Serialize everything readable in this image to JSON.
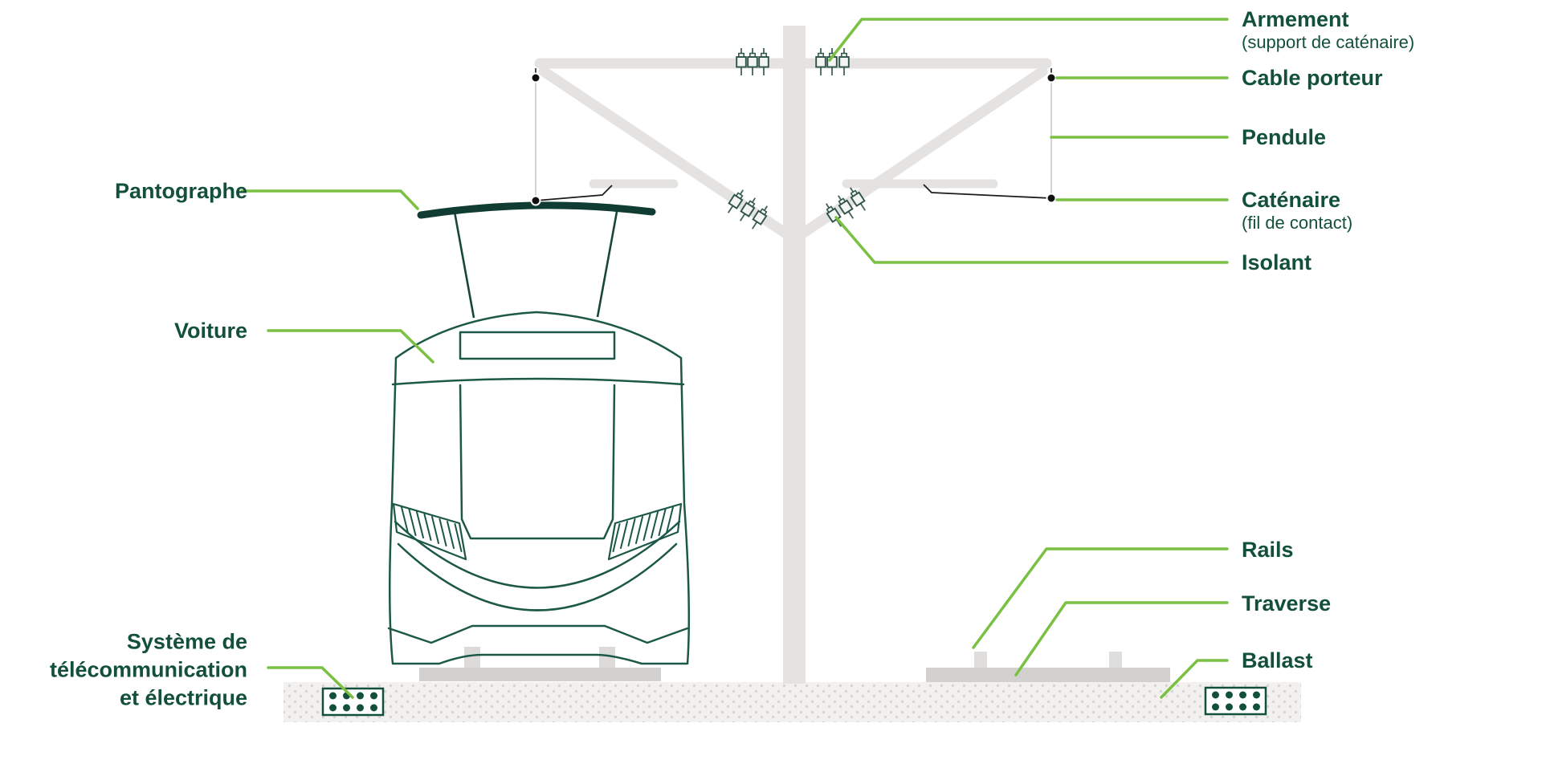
{
  "diagram": {
    "labels": {
      "armement": {
        "title": "Armement",
        "subtitle": "(support de caténaire)"
      },
      "cable_porteur": {
        "title": "Cable porteur"
      },
      "pendule": {
        "title": "Pendule"
      },
      "catenaire": {
        "title": "Caténaire",
        "subtitle": "(fil de contact)"
      },
      "isolant": {
        "title": "Isolant"
      },
      "pantographe": {
        "title": "Pantographe"
      },
      "voiture": {
        "title": "Voiture"
      },
      "systeme": {
        "line1": "Système de",
        "line2": "télécommunication",
        "line3": "et électrique"
      },
      "rails": {
        "title": "Rails"
      },
      "traverse": {
        "title": "Traverse"
      },
      "ballast": {
        "title": "Ballast"
      }
    },
    "colors": {
      "accent_green": "#7AC143",
      "label_text": "#13503C",
      "tram_outline": "#1C5848",
      "pantograph_dark": "#113C31",
      "structure_gray": "#E4E3E1",
      "sleeper_gray": "#D2D1CF",
      "ballast_bg": "#F2F1EF",
      "ballast_dot": "#D7D5D2",
      "wire_black": "#1C1C1C"
    }
  }
}
